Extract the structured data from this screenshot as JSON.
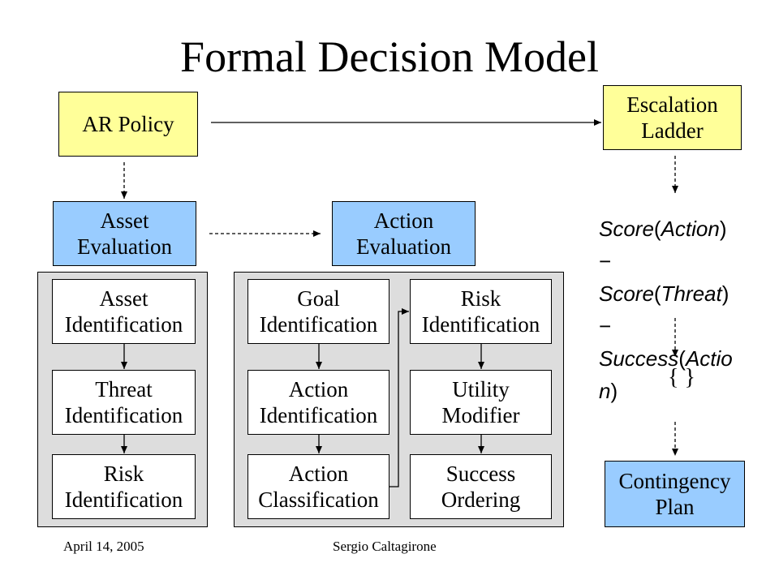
{
  "title": "Formal Decision Model",
  "boxes": {
    "ar_policy": "AR Policy",
    "escalation_ladder": "Escalation\nLadder",
    "asset_evaluation": "Asset\nEvaluation",
    "action_evaluation": "Action\nEvaluation",
    "contingency_plan": "Contingency\nPlan"
  },
  "asset_panel": {
    "asset_identification": "Asset\nIdentification",
    "threat_identification": "Threat\nIdentification",
    "risk_identification": "Risk\nIdentification"
  },
  "action_panel": {
    "goal_identification": "Goal\nIdentification",
    "action_identification": "Action\nIdentification",
    "action_classification": "Action\nClassification",
    "risk_identification": "Risk\nIdentification",
    "utility_modifier": "Utility\nModifier",
    "success_ordering": "Success\nOrdering"
  },
  "formula": {
    "score_action": {
      "name": "Score",
      "arg": "Action"
    },
    "score_threat": {
      "name": "Score",
      "arg": "Threat"
    },
    "success_action": {
      "name": "Success",
      "arg_part1": "Actio",
      "arg_part2": "n"
    },
    "operator": "−",
    "braces": "{ }"
  },
  "footer": {
    "date": "April 14, 2005",
    "author": "Sergio Caltagirone"
  }
}
